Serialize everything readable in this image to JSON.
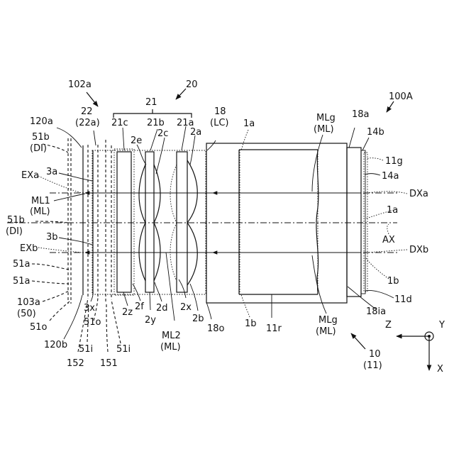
{
  "colors": {
    "ink": "#111111",
    "paper": "#ffffff"
  },
  "labels": {
    "l100A": "100A",
    "l102a": "102a",
    "l20": "20",
    "l21": "21",
    "l22": "22",
    "l22a": "(22a)",
    "l21c": "21c",
    "l21b": "21b",
    "l21a": "21a",
    "l18": "18",
    "lLC": "(LC)",
    "l1a_top": "1a",
    "lMLg_top": "MLg",
    "lML_top": "(ML)",
    "l18a": "18a",
    "l14b": "14b",
    "l11g": "11g",
    "l14a": "14a",
    "lDXa": "DXa",
    "l1a_right": "1a",
    "lAX": "AX",
    "lDXb": "DXb",
    "l1b_right": "1b",
    "l11d": "11d",
    "l18ia": "18ia",
    "lMLg_bot": "MLg",
    "lML_bot": "(ML)",
    "l10": "10",
    "l11": "(11)",
    "l120a": "120a",
    "l51b_top": "51b",
    "lDI_top": "(DI)",
    "lEXa": "EXa",
    "l3a": "3a",
    "lML1": "ML1",
    "lML1sub": "(ML)",
    "l51b_mid": "51b",
    "lDI_mid": "(DI)",
    "l3b": "3b",
    "lEXb": "EXb",
    "l51a_1": "51a",
    "l51a_2": "51a",
    "l103a": "103a",
    "l50": "(50)",
    "l51o_left": "51o",
    "l120b": "120b",
    "l3x": "3x",
    "l51o_mid": "51o",
    "l51i_1": "51i",
    "l51i_2": "51i",
    "l152": "152",
    "l151": "151",
    "l2e": "2e",
    "l2c": "2c",
    "l2a": "2a",
    "l2f": "2f",
    "l2z": "2z",
    "l2d": "2d",
    "l2y": "2y",
    "l2x": "2x",
    "l2b": "2b",
    "lML2": "ML2",
    "lML2sub": "(ML)",
    "l18o": "18o",
    "l1b_bot": "1b",
    "l11r": "11r",
    "lZ": "Z",
    "lY": "Y",
    "lX": "X"
  }
}
